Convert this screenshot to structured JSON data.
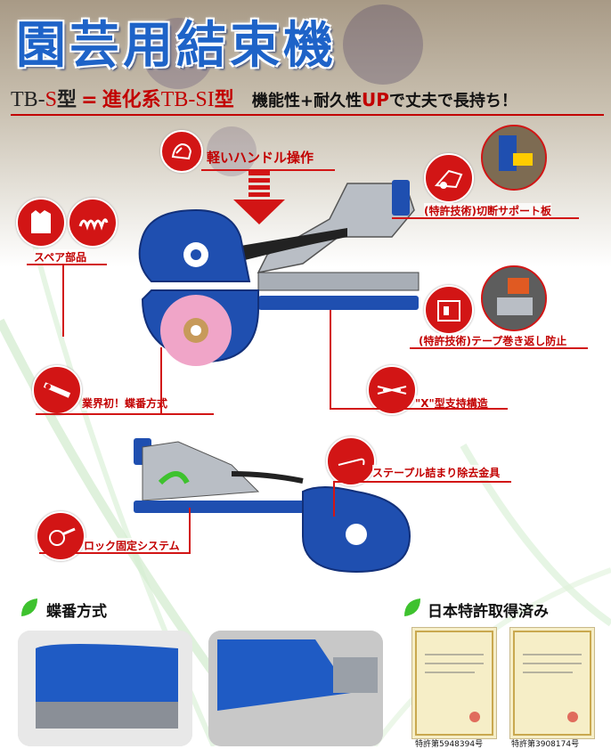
{
  "title": "園芸用結束機",
  "subtitle": {
    "model_a_text": "TB-",
    "model_a_s": "S",
    "model_a_kata": "型",
    "equals": "=",
    "evolved": "進化系",
    "model_b_text": "TB-",
    "model_b_si": "SI",
    "model_b_kata": "型",
    "slogan_pre": "機能性+耐久性",
    "slogan_up": "UP",
    "slogan_post": "で丈夫で長持ち！"
  },
  "features": {
    "handle": "軽いハンドル操作",
    "spare_parts": "スペア部品",
    "cut_support": "(特許技術)切断サポート板",
    "tape_rewind": "(特許技術)テープ巻き返し防止",
    "hinge_first": "業界初！蝶番方式",
    "x_support": "\"X\"型支持構造",
    "staple_remover": "ステープル詰まり除去金具",
    "lock_system": "ロック固定システム"
  },
  "sections": {
    "hinge": "蝶番方式",
    "patent": "日本特許取得済み"
  },
  "patent_captions": [
    "特許第5948394号",
    "特許第3908174号"
  ],
  "colors": {
    "brand_blue": "#1e63c8",
    "accent_red": "#d21515",
    "tool_blue": "#1f4fb0",
    "leaf_green": "#3ec22e"
  }
}
